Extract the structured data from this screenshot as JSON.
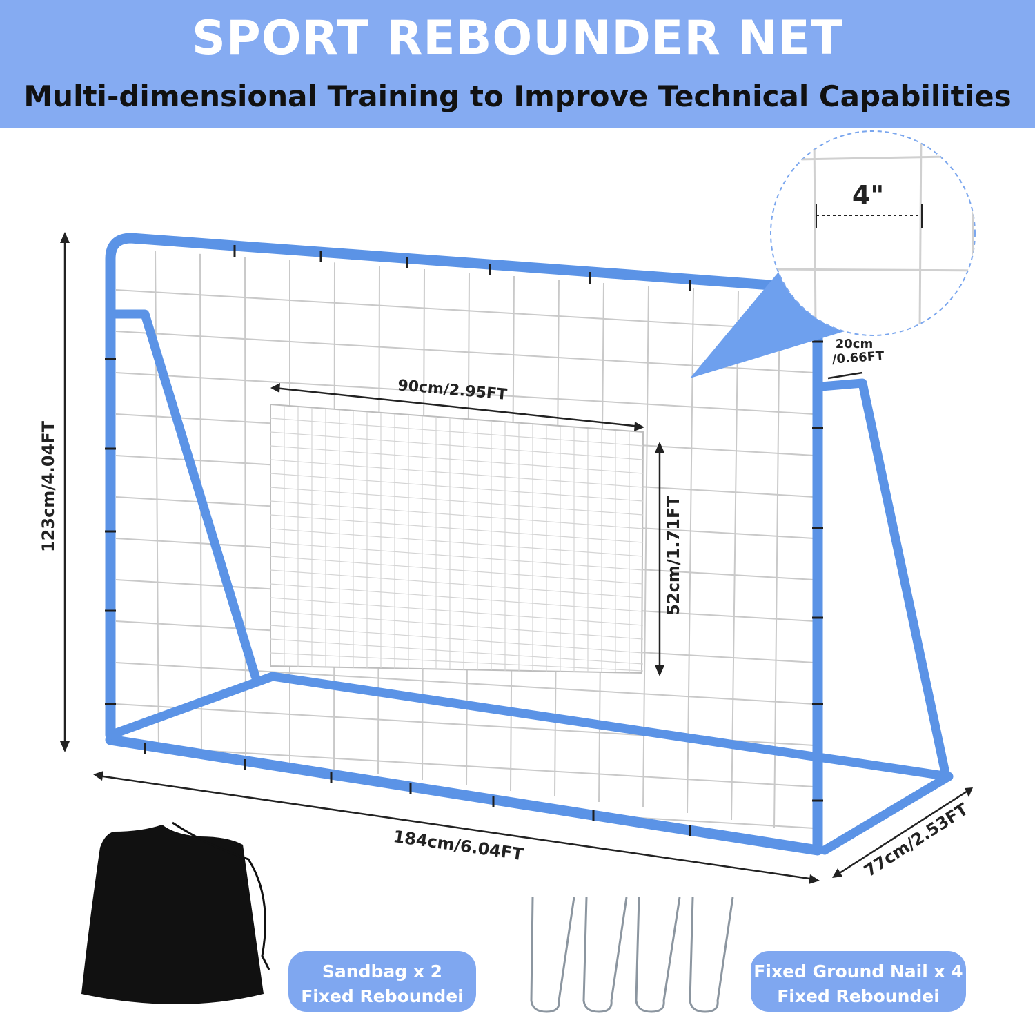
{
  "header": {
    "title": "SPORT REBOUNDER NET",
    "subtitle": "Multi-dimensional Training to Improve Technical Capabilities"
  },
  "dimensions": {
    "height": "123cm/4.04FT",
    "width": "184cm/6.04FT",
    "depth": "77cm/2.53FT",
    "target_width": "90cm/2.95FT",
    "target_height": "52cm/1.71FT",
    "brace_top_line1": "20cm",
    "brace_top_line2": "/0.66FT",
    "mesh_size": "4\""
  },
  "accessories": {
    "sandbag_line1": "Sandbag x 2",
    "sandbag_line2": "Fixed Reboundei",
    "nail_line1": "Fixed Ground Nail  x 4",
    "nail_line2": "Fixed Reboundei"
  },
  "colors": {
    "banner": "#85abf2",
    "frame": "#5b93e6",
    "pill": "#7fa7f0"
  }
}
